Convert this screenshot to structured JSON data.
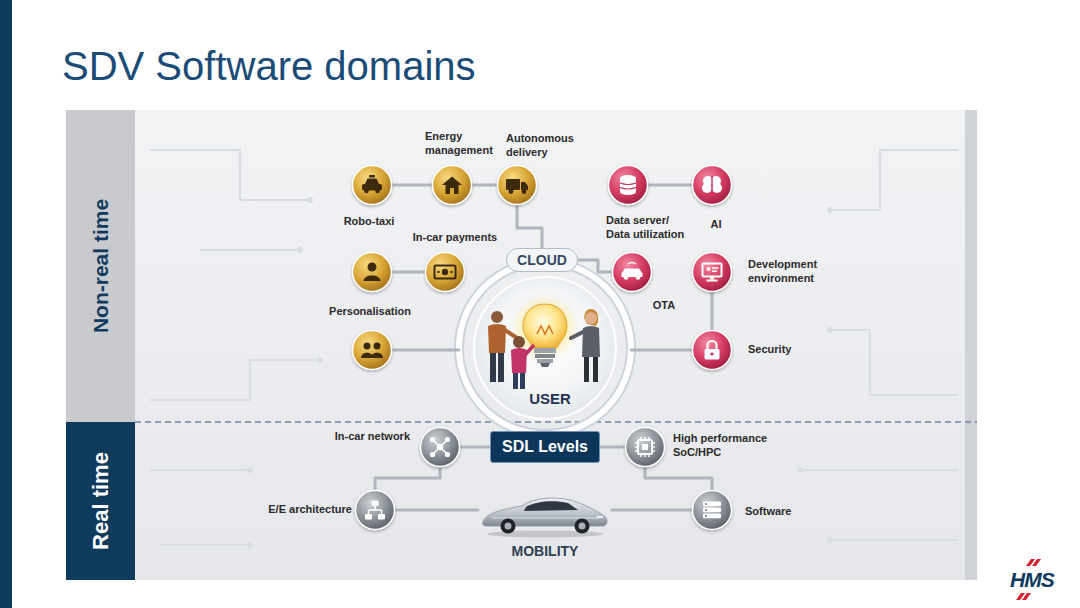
{
  "diagram": {
    "title": "SDV Software domains",
    "nodes": [
      {
        "text": [
          "Non-real time"
        ]
      },
      {
        "text": [
          "Real time"
        ]
      },
      {
        "text": [
          "Energy management"
        ]
      },
      {
        "text": [
          "Autonomous delivery"
        ]
      },
      {
        "text": [
          "Robo-taxi"
        ]
      },
      {
        "text": [
          "In-car payments"
        ]
      },
      {
        "text": [
          "CLOUD"
        ]
      },
      {
        "text": [
          "Data server/ Data utilization"
        ]
      },
      {
        "text": [
          "AI"
        ]
      },
      {
        "text": [
          "Personalisation"
        ]
      },
      {
        "text": [
          "OTA"
        ]
      },
      {
        "text": [
          "Development environment"
        ]
      },
      {
        "text": [
          "Security"
        ]
      },
      {
        "text": [
          "USER"
        ]
      },
      {
        "text": [
          "In-car network"
        ]
      },
      {
        "text": [
          "SDL Levels"
        ]
      },
      {
        "text": [
          "High performance SoC/HPC"
        ]
      },
      {
        "text": [
          "E/E architecture"
        ]
      },
      {
        "text": [
          "Software"
        ]
      },
      {
        "text": [
          "MOBILITY"
        ]
      }
    ],
    "edges": [
      {
        "from": 4,
        "to": 2,
        "arrow": "none"
      },
      {
        "from": 2,
        "to": 3,
        "arrow": "none"
      },
      {
        "from": 3,
        "to": 6,
        "arrow": "none"
      },
      {
        "from": 9,
        "to": 5,
        "arrow": "none"
      },
      {
        "from": 6,
        "to": 10,
        "arrow": "none"
      },
      {
        "from": 7,
        "to": 8,
        "arrow": "none"
      },
      {
        "from": 11,
        "to": 12,
        "arrow": "none"
      },
      {
        "from": 17,
        "to": 14,
        "arrow": "none"
      },
      {
        "from": 14,
        "to": 15,
        "arrow": "none"
      },
      {
        "from": 15,
        "to": 16,
        "arrow": "none"
      },
      {
        "from": 16,
        "to": 18,
        "arrow": "none"
      },
      {
        "from": 18,
        "to": 19,
        "arrow": "none"
      },
      {
        "from": 17,
        "to": 19,
        "arrow": "none"
      }
    ],
    "labels": [
      "HMS"
    ]
  }
}
